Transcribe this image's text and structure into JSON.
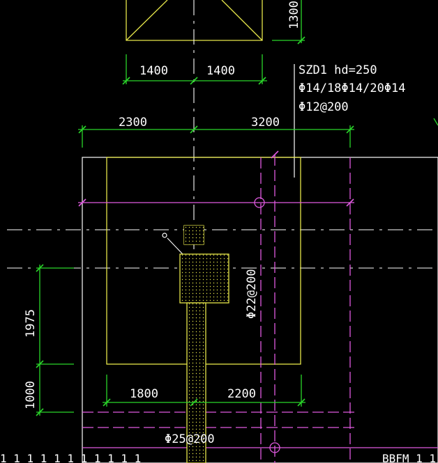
{
  "drawing": {
    "top_dims": [
      "1400",
      "1400"
    ],
    "right_dim": "1300",
    "mid_dims": [
      "2300",
      "3200"
    ],
    "left_dims": [
      "1975",
      "1000"
    ],
    "bottom_dims": [
      "1800",
      "2200"
    ],
    "column_label": {
      "line1": "SZD1 hd=250",
      "line2": "Φ14/18Φ14/20Φ14",
      "line3": "Φ12@200"
    },
    "rebar_vertical": "Φ22@200",
    "rebar_bottom": "Φ25@200",
    "footer_left": "1 1 1 1 1 1 1 1 1 1 1",
    "footer_right": "BBFM 1 1"
  },
  "colors": {
    "background": "#000000",
    "dimension": "#2ad62a",
    "outline": "#e6e64a",
    "text": "#ffffff",
    "axis": "#ffffff",
    "grid_magenta": "#e05ae0"
  }
}
